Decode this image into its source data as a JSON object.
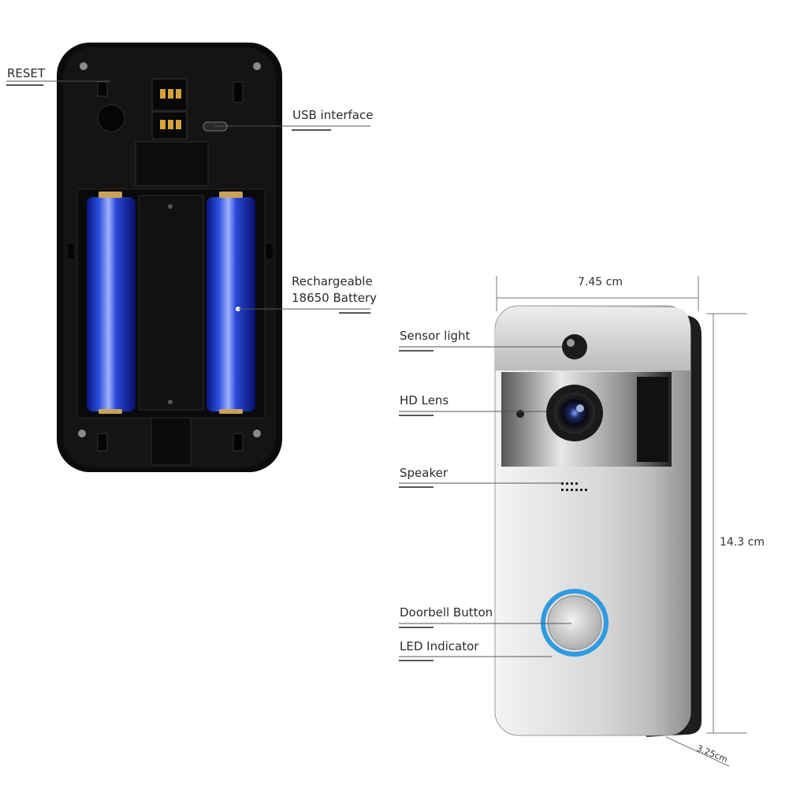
{
  "back_view": {
    "labels": {
      "reset": "RESET",
      "usb": "USB interface",
      "battery_line1": "Rechargeable",
      "battery_line2": "18650 Battery"
    }
  },
  "front_view": {
    "labels": {
      "sensor_light": "Sensor light",
      "hd_lens": "HD Lens",
      "speaker": "Speaker",
      "doorbell_button": "Doorbell Button",
      "led_indicator": "LED Indicator"
    },
    "dimensions": {
      "width": "7.45 cm",
      "height": "14.3 cm",
      "depth": "3.25cm"
    }
  },
  "colors": {
    "casing_back": "#0d0d0d",
    "battery_blue": "#1c2fb8",
    "front_silver": "#d9d9d9",
    "led_ring": "#2f9be0"
  }
}
